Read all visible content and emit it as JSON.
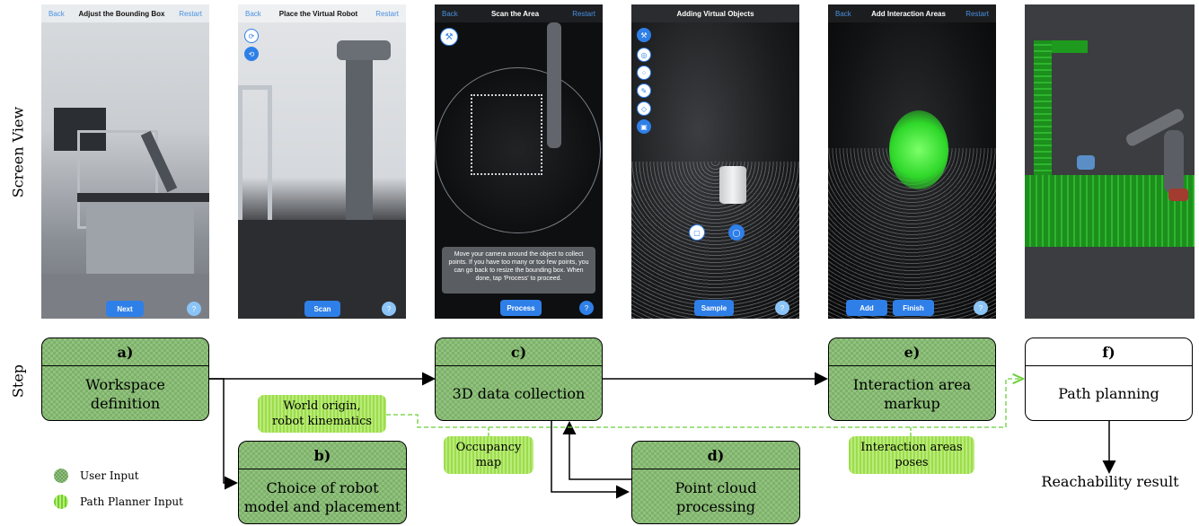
{
  "row_labels": {
    "screen": "Screen View",
    "step": "Step"
  },
  "panels": [
    {
      "title": "Adjust the Bounding Box",
      "back": "Back",
      "restart": "Restart",
      "buttons": [
        "Next"
      ],
      "help": "?"
    },
    {
      "title": "Place the Virtual Robot",
      "back": "Back",
      "restart": "Restart",
      "buttons": [
        "Scan"
      ],
      "help": "?"
    },
    {
      "title": "Scan the Area",
      "back": "Back",
      "restart": "Restart",
      "buttons": [
        "Process"
      ],
      "help": "?",
      "message": "Move your camera around the object to collect points. If you have too many or too few points, you can go back to resize the bounding box. When done, tap 'Process' to proceed."
    },
    {
      "title": "Adding Virtual Objects",
      "back": "",
      "restart": "",
      "buttons": [
        "Sample"
      ],
      "help": "?"
    },
    {
      "title": "Add Interaction Areas",
      "back": "Back",
      "restart": "Restart",
      "buttons": [
        "Add",
        "Finish"
      ],
      "help": "?"
    },
    {
      "title": "",
      "back": "",
      "restart": "",
      "buttons": [],
      "help": ""
    }
  ],
  "steps": {
    "a": {
      "letter": "a)",
      "label_lines": [
        "Workspace",
        "definition"
      ]
    },
    "b": {
      "letter": "b)",
      "label_lines": [
        "Choice of robot",
        "model and placement"
      ]
    },
    "c": {
      "letter": "c)",
      "label_lines": [
        "3D data collection"
      ]
    },
    "d": {
      "letter": "d)",
      "label_lines": [
        "Point cloud",
        "processing"
      ]
    },
    "e": {
      "letter": "e)",
      "label_lines": [
        "Interaction area",
        "markup"
      ]
    },
    "f": {
      "letter": "f)",
      "label_lines": [
        "Path planning"
      ]
    }
  },
  "notes": {
    "world": [
      "World origin,",
      "robot kinematics"
    ],
    "occupancy": [
      "Occupancy",
      "map"
    ],
    "interaction": [
      "Interaction areas",
      "poses"
    ]
  },
  "result": "Reachability result",
  "legend": {
    "user": "User Input",
    "planner": "Path Planner Input"
  },
  "colors": {
    "user_fill": "#8fc27c",
    "planner_fill": "#a8e35f",
    "dashed_arrow": "#6bcf3a",
    "button_blue": "#2f7fe8"
  },
  "icons": {
    "panel3_tool": "hammer-icon",
    "panel4_tools": [
      "hammer-icon",
      "target-icon",
      "scatter-icon",
      "brush-icon",
      "eraser-icon",
      "cube-icon"
    ]
  }
}
